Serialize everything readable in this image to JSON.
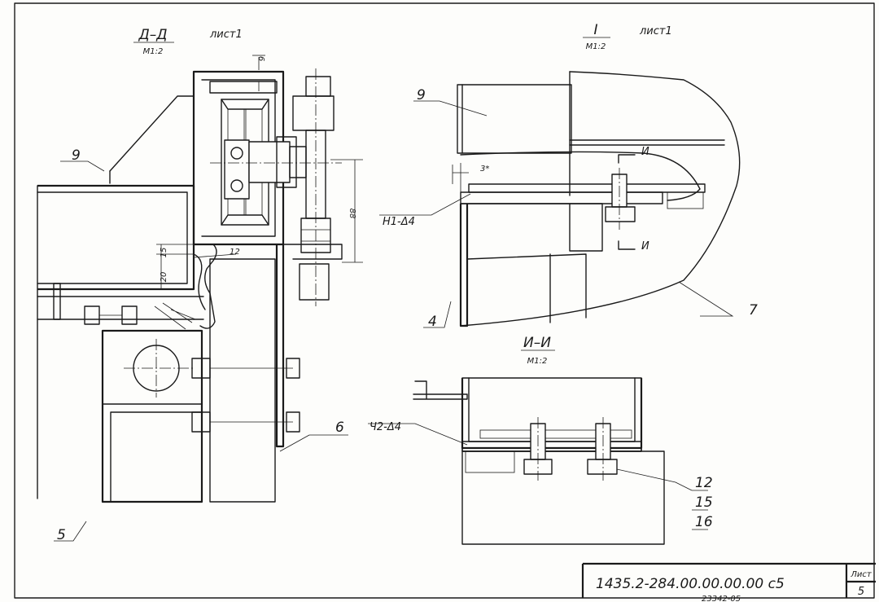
{
  "section_aa": {
    "title": "Д–Д",
    "sheet": "лист1",
    "scale": "М1:2"
  },
  "detail_i": {
    "title": "I",
    "sheet": "лист1",
    "scale": "М1:2"
  },
  "section_ii": {
    "title": "И–И",
    "scale": "М1:2"
  },
  "section_mark": "И",
  "dims": {
    "d6": "6",
    "d88": "88",
    "d15": "15",
    "d20": "20",
    "d12": "12",
    "d3": "3*"
  },
  "weld_marks": {
    "w1": "Н1-Δ4",
    "w2": "Ч2-Δ4"
  },
  "part_labels": {
    "p9_left": "9",
    "p5": "5",
    "p6": "6",
    "p9_detail": "9",
    "p4": "4",
    "p7": "7",
    "p12": "12",
    "p15": "15",
    "p16": "16"
  },
  "title_block": {
    "doc_code": "1435.2-284.00.00.00.00 с5",
    "sheet_label": "Лист",
    "sheet_no": "5"
  },
  "footer_note": "23342-05"
}
